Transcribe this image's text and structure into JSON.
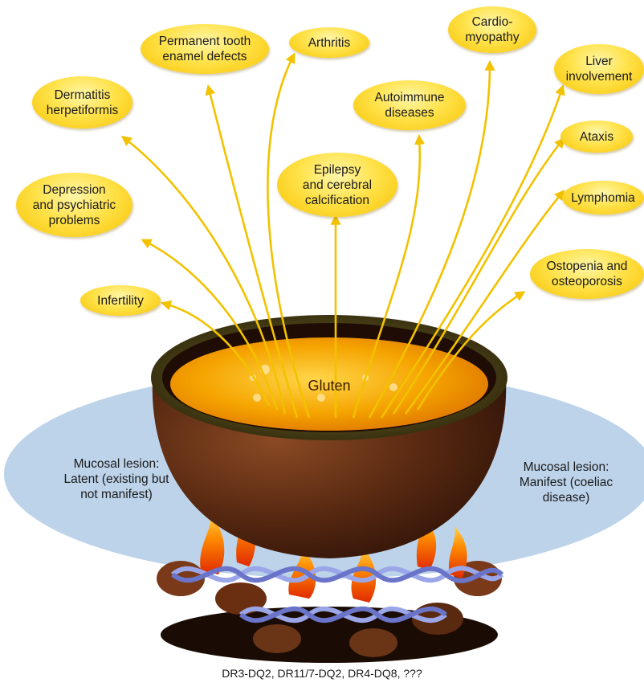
{
  "labels": {
    "dermatitis": "Dermatitis\nherpetiformis",
    "tooth": "Permanent tooth\nenamel defects",
    "arthritis": "Arthritis",
    "cardio": "Cardio-\nmyopathy",
    "liver": "Liver\ninvolvement",
    "autoimmune": "Autoimmune\ndiseases",
    "ataxis": "Ataxis",
    "depression": "Depression\nand psychiatric\nproblems",
    "epilepsy": "Epilepsy\nand cerebral\ncalcification",
    "lymphomia": "Lymphomia",
    "ostopenia": "Ostopenia and\nosteoporosis",
    "infertility": "Infertility"
  },
  "center": "Gluten",
  "mucosal_left": "Mucosal lesion:\nLatent (existing but\nnot manifest)",
  "mucosal_right": "Mucosal lesion:\nManifest (coeliac\ndisease)",
  "footer": "DR3-DQ2, DR11/7-DQ2, DR4-DQ8, ???",
  "colors": {
    "arrow": "#f2c200",
    "label_fill": "#ffe24a",
    "ellipse": "#bdd3ea",
    "pot": "#4a2410",
    "soup": "#f5a400"
  }
}
